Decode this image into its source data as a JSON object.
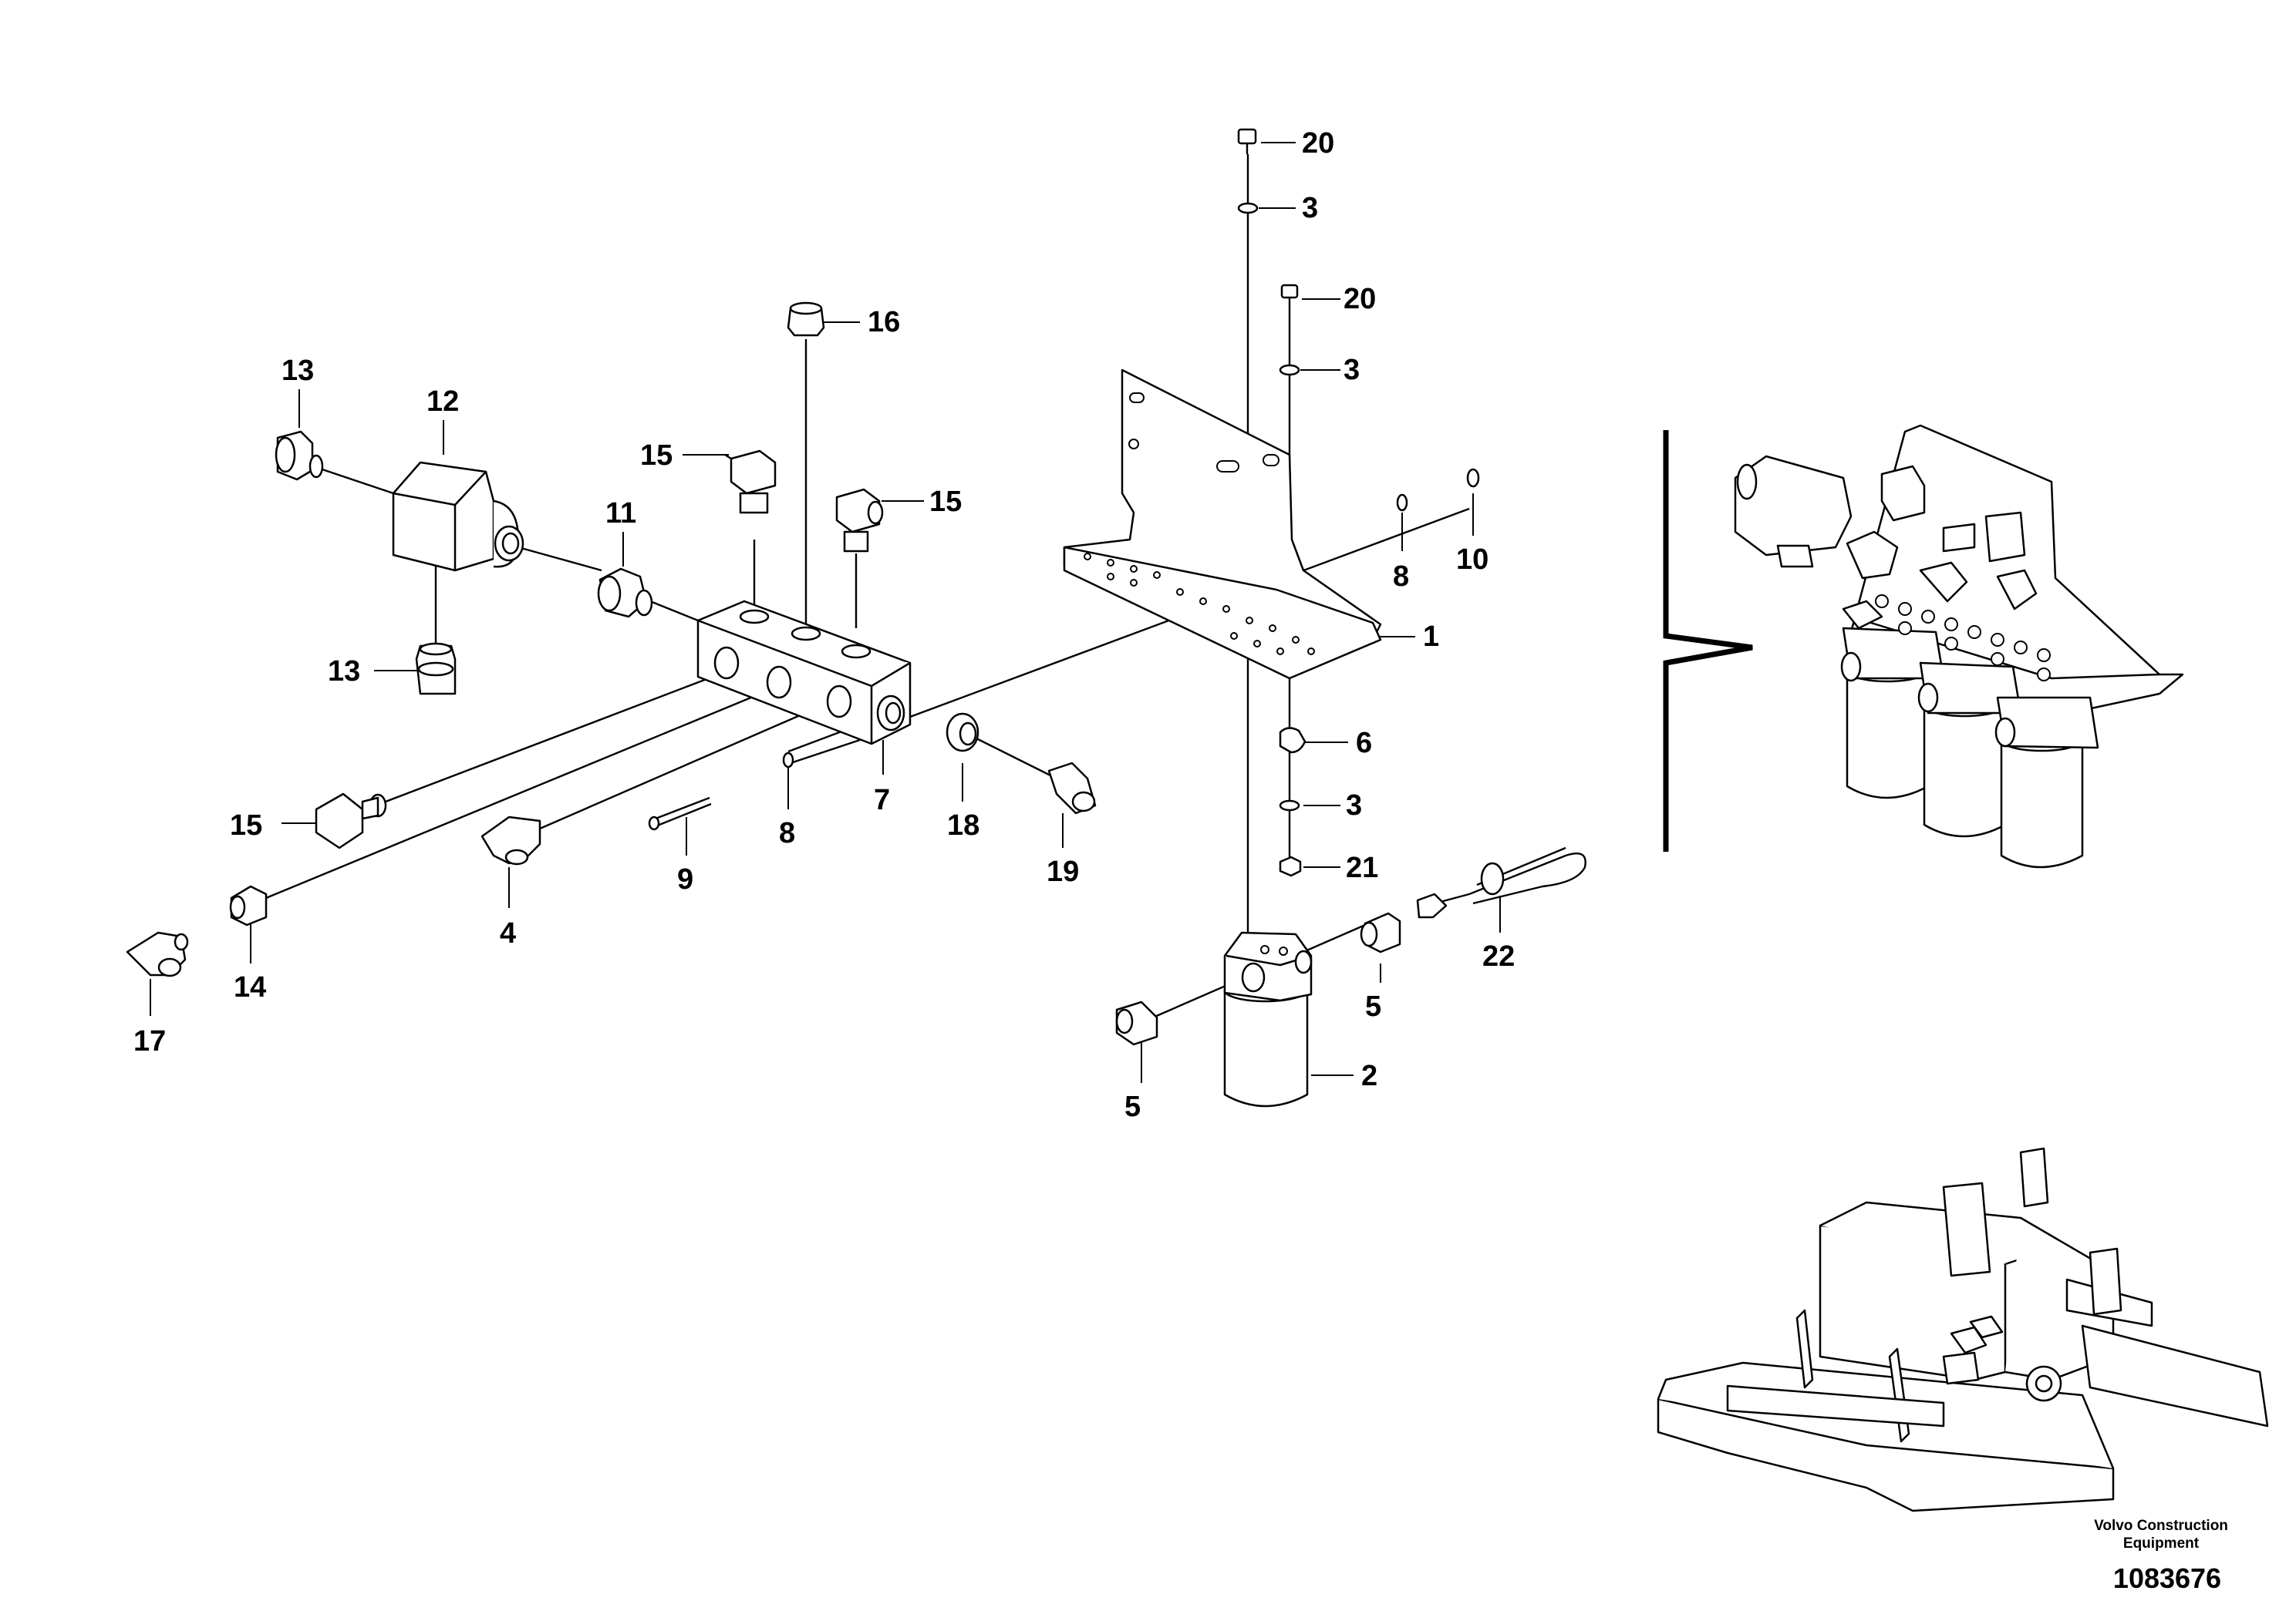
{
  "diagram": {
    "callouts": {
      "c20a": "20",
      "c3a": "3",
      "c20b": "20",
      "c3b": "3",
      "c16": "16",
      "c13a": "13",
      "c12": "12",
      "c15a": "15",
      "c15b": "15",
      "c11": "11",
      "c13b": "13",
      "c8a": "8",
      "c10": "10",
      "c1": "1",
      "c6": "6",
      "c3c": "3",
      "c15c": "15",
      "c7": "7",
      "c18": "18",
      "c19": "19",
      "c8b": "8",
      "c9": "9",
      "c4": "4",
      "c21": "21",
      "c22": "22",
      "c14": "14",
      "c17": "17",
      "c5a": "5",
      "c5b": "5",
      "c2": "2"
    },
    "footer": {
      "brand_line1": "Volvo Construction",
      "brand_line2": "Equipment",
      "doc_number": "1083676"
    }
  }
}
